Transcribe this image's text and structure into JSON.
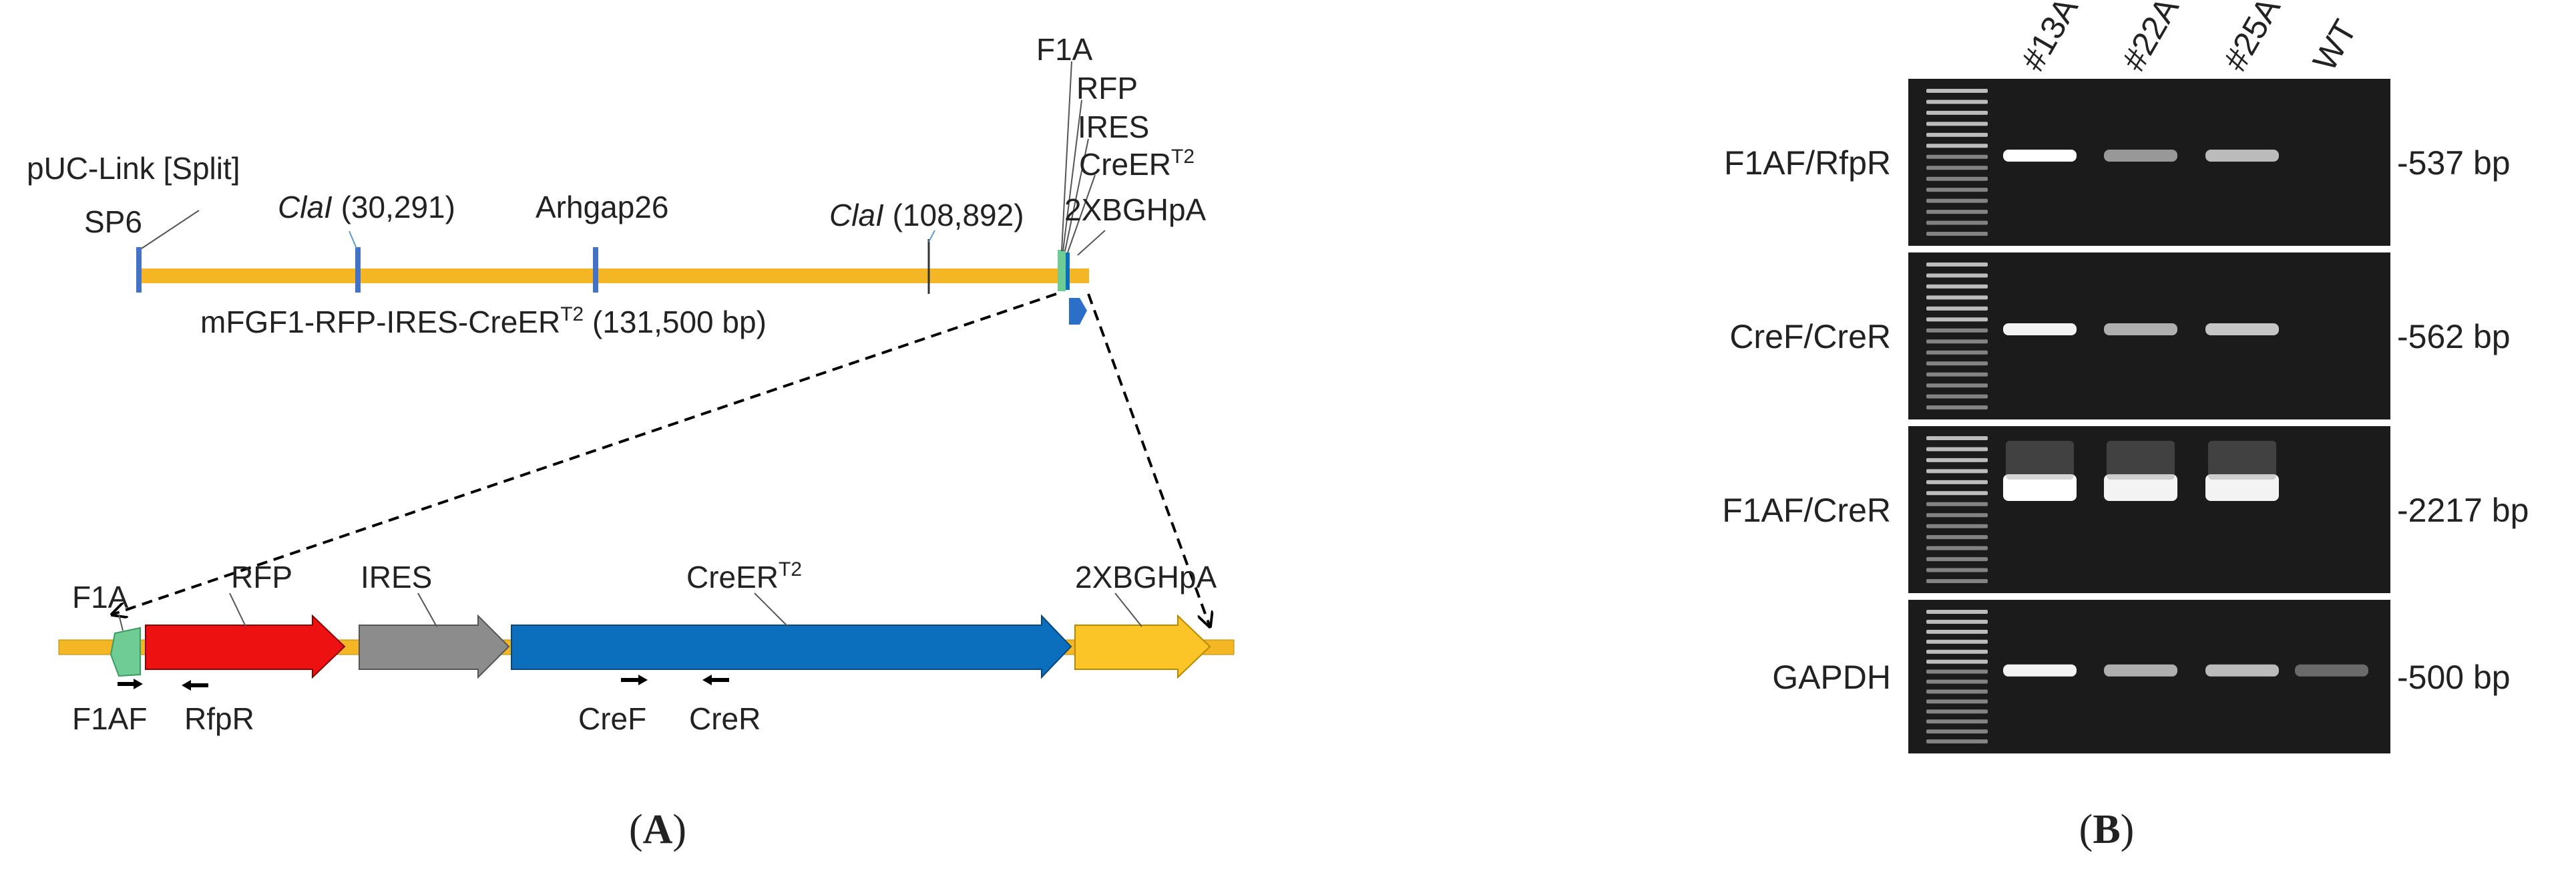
{
  "panel_a": {
    "label": "A",
    "bac": {
      "pucLink": "pUC-Link [Split]",
      "sp6": "SP6",
      "clai1": "ClaI",
      "clai1Pos": " (30,291)",
      "arhgap": "Arhgap26",
      "clai2": "ClaI",
      "clai2Pos": " (108,892)",
      "f1a": "F1A",
      "rfp": "RFP",
      "ires": "IRES",
      "cre": "CreER",
      "creSup": "T2",
      "bgh": "2XBGHpA",
      "constructPre": "mFGF1-RFP-IRES-CreER",
      "constructSup": "T2",
      "constructPost": " (131,500 bp)"
    },
    "cassette": {
      "f1a": "F1A",
      "rfp": "RFP",
      "ires": "IRES",
      "cre": "CreER",
      "creSup": "T2",
      "bgh": "2XBGHpA",
      "primerF1AF": "F1AF",
      "primerRfpR": "RfpR",
      "primerCreF": "CreF",
      "primerCreR": "CreR"
    },
    "colors": {
      "backbone": "#f5b625",
      "marker": "#4472c4",
      "f1a": "#70cc95",
      "rfp": "#ee1111",
      "ires": "#8c8c8c",
      "cre": "#0b6fbd",
      "bgh": "#fbc527"
    }
  },
  "panel_b": {
    "label": "B",
    "lanes": [
      "#13A",
      "#22A",
      "#25A",
      "WT"
    ],
    "rows": [
      {
        "primer": "F1AF/RfpR",
        "size": "-537 bp",
        "bands": [
          1.0,
          0.55,
          0.7,
          0.0
        ]
      },
      {
        "primer": "CreF/CreR",
        "size": "-562 bp",
        "bands": [
          0.95,
          0.65,
          0.75,
          0.0
        ]
      },
      {
        "primer": "F1AF/CreR",
        "size": "-2217 bp",
        "bands": [
          1.0,
          0.95,
          0.95,
          0.0
        ]
      },
      {
        "primer": "GAPDH",
        "size": "-500 bp",
        "bands": [
          0.95,
          0.65,
          0.7,
          0.35
        ]
      }
    ]
  }
}
